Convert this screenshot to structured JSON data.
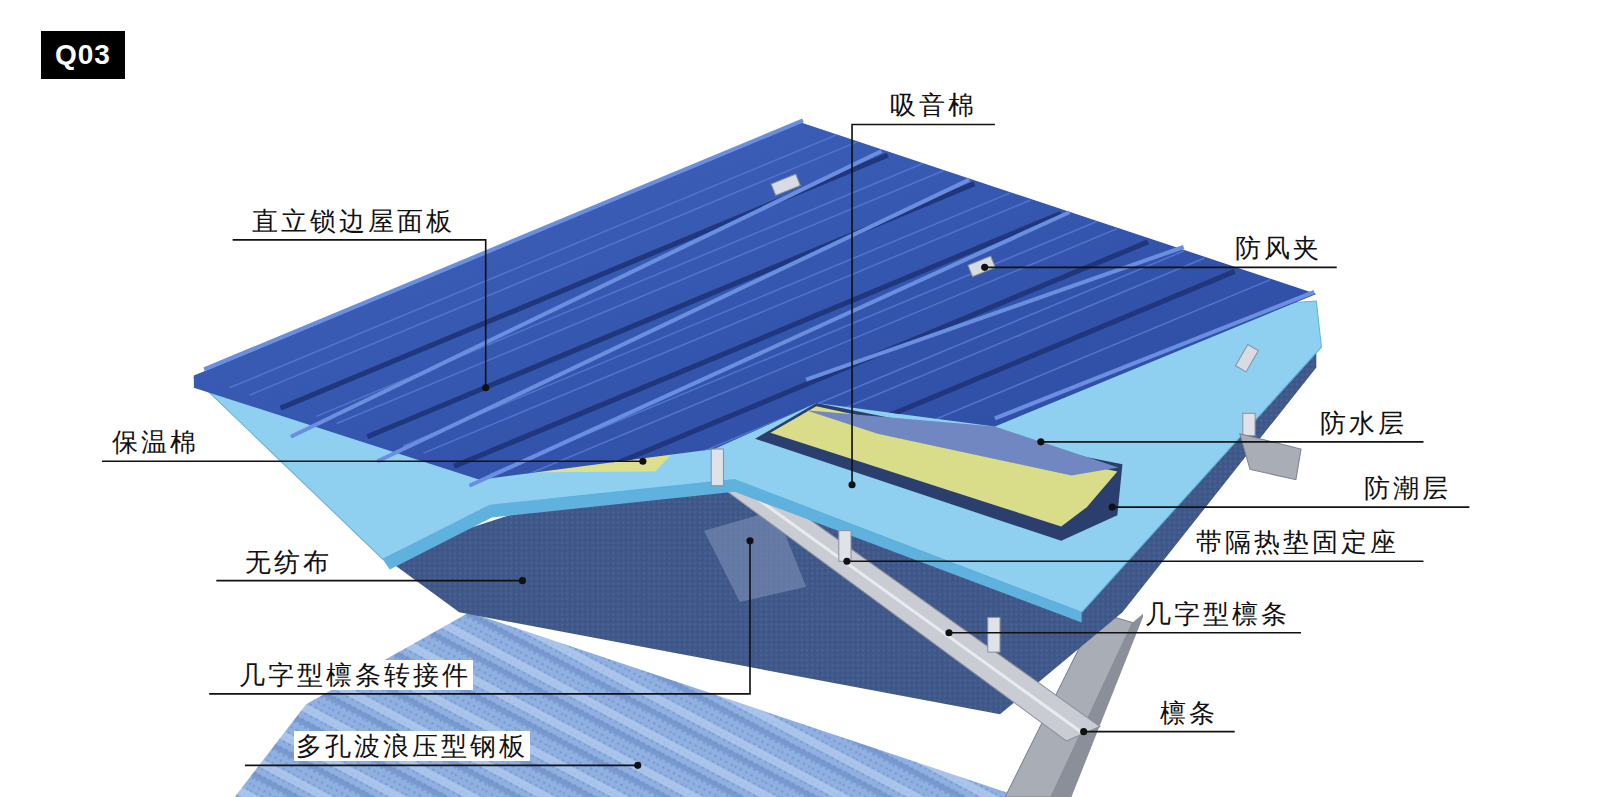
{
  "diagram": {
    "nodes": [
      {
        "text": [
          "Q03"
        ]
      }
    ],
    "labels": [
      "吸音棉",
      "直立锁边屋面板",
      "防风夹",
      "防水层",
      "保温棉",
      "防潮层",
      "带隔热垫固定座",
      "无纺布",
      "几字型檩条",
      "几字型檩条转接件",
      "檩条",
      "多孔波浪压型钢板"
    ]
  }
}
